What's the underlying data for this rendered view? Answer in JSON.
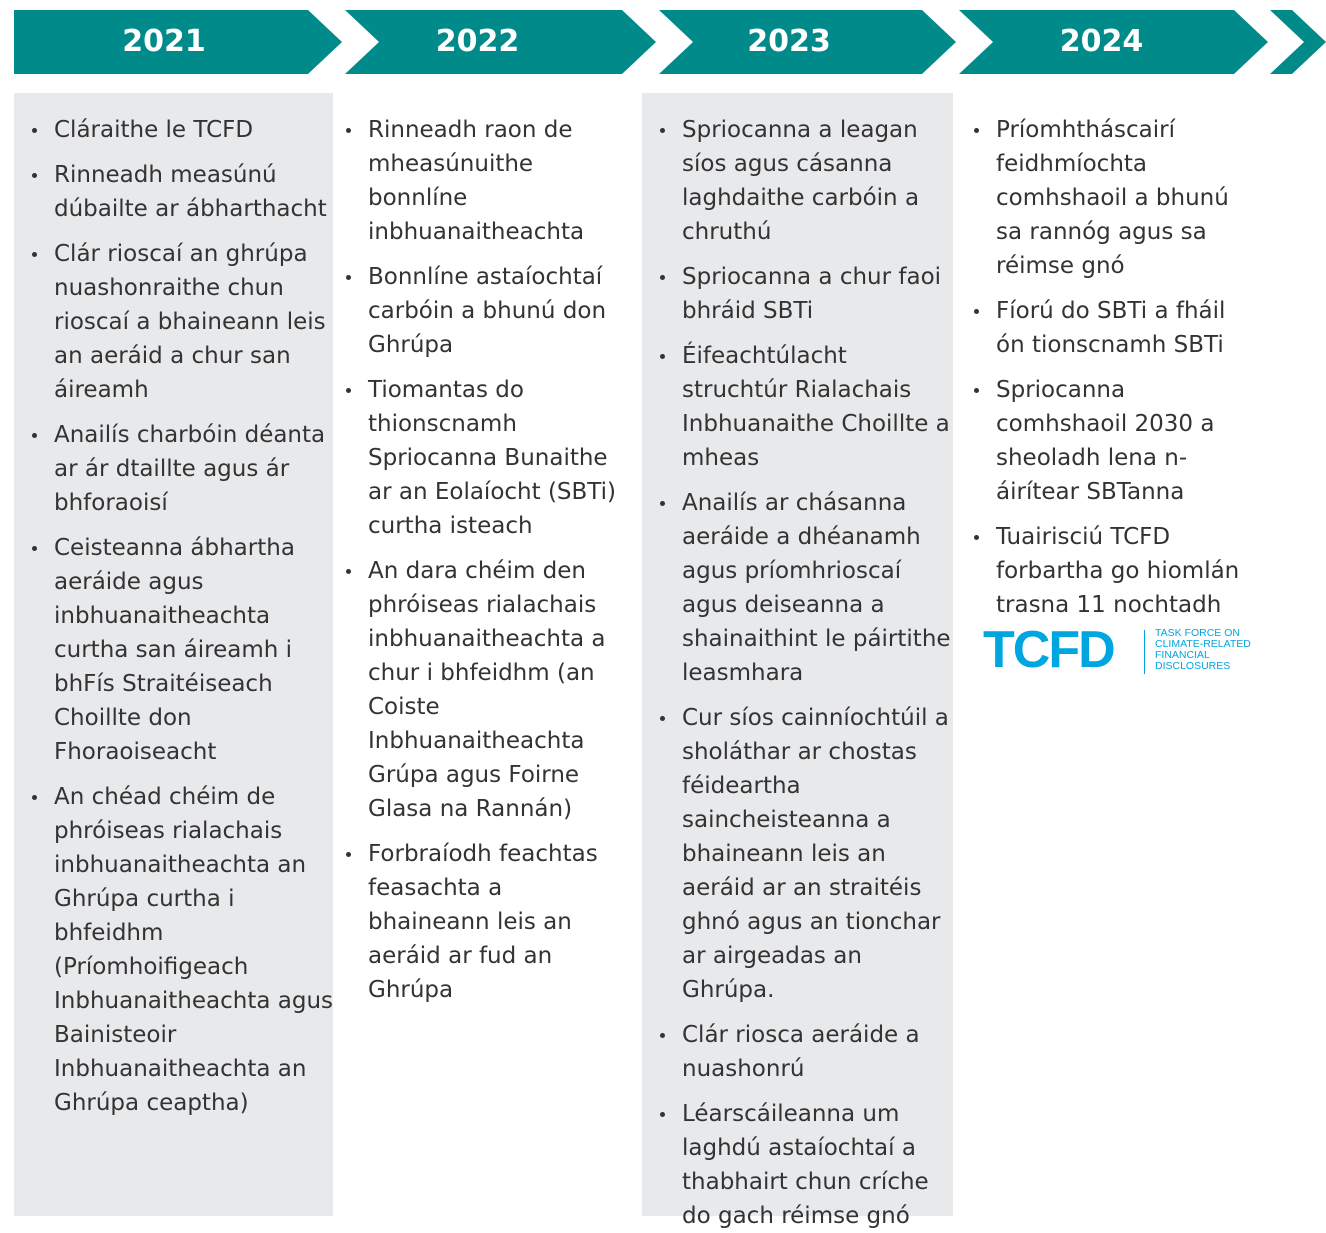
{
  "colors": {
    "teal": "#008a8a",
    "panel": "#e8e9eb",
    "text": "#333333",
    "tcfd_blue": "#00a6e0"
  },
  "timeline": {
    "years": [
      "2021",
      "2022",
      "2023",
      "2024"
    ],
    "columns": [
      {
        "items": [
          "Cláraithe le TCFD",
          "Rinneadh measúnú dúbailte ar ábharthacht",
          "Clár rioscaí an ghrúpa nuashonraithe chun rioscaí a bhaineann leis an aeráid a chur san áireamh",
          "Anailís charbóin déanta ar ár dtaillte agus ár bhforaoisí",
          "Ceisteanna ábhartha aeráide agus inbhuanaitheachta curtha san áireamh i bhFís Straitéiseach Choillte don Fhoraoiseacht",
          "An chéad chéim de phróiseas rialachais inbhuanaitheachta an Ghrúpa curtha i bhfeidhm (Príomhoifigeach Inbhuanaitheachta agus Bainisteoir Inbhuanaitheachta an Ghrúpa ceaptha)"
        ]
      },
      {
        "items": [
          "Rinneadh raon de mheasúnuithe bonnlíne inbhuanaitheachta",
          "Bonnlíne astaíochtaí carbóin a bhunú don Ghrúpa",
          "Tiomantas do thionscnamh Spriocanna Bunaithe ar an Eolaíocht (SBTi) curtha isteach",
          "An dara chéim den phróiseas rialachais inbhuanaitheachta a chur i bhfeidhm (an Coiste Inbhuanaitheachta Grúpa agus Foirne Glasa na Rannán)",
          "Forbraíodh feachtas feasachta a bhaineann leis an aeráid ar fud an Ghrúpa"
        ]
      },
      {
        "items": [
          "Spriocanna a leagan síos agus cásanna laghdaithe carbóin a chruthú",
          "Spriocanna a chur faoi bhráid SBTi",
          "Éifeachtúlacht struchtúr Rialachais Inbhuanaithe Choillte a mheas",
          "Anailís ar chásanna aeráide a dhéanamh agus príomhrioscaí agus deiseanna a shainaithint le páirtithe leasmhara",
          "Cur síos cainníochtúil a sholáthar ar chostas féideartha saincheisteanna a bhaineann leis an aeráid ar an straitéis ghnó agus an tionchar ar airgeadas an Ghrúpa.",
          "Clár riosca aeráide a nuashonrú",
          "Léarscáileanna um laghdú astaíochtaí a thabhairt chun críche do gach réimse gnó"
        ]
      },
      {
        "items": [
          "Príomhtháscairí feidhmíochta comhshaoil a bhunú sa rannóg agus sa réimse gnó",
          "Fíorú do SBTi a fháil ón tionscnamh SBTi",
          "Spriocanna comhshaoil 2030 a sheoladh lena n-áirítear SBTanna",
          "Tuairisciú TCFD forbartha go hiomlán trasna 11 nochtadh"
        ]
      }
    ]
  },
  "logo": {
    "wordmark": "TCFD",
    "subtitle_lines": [
      "TASK FORCE ON",
      "CLIMATE-RELATED",
      "FINANCIAL",
      "DISCLOSURES"
    ]
  }
}
